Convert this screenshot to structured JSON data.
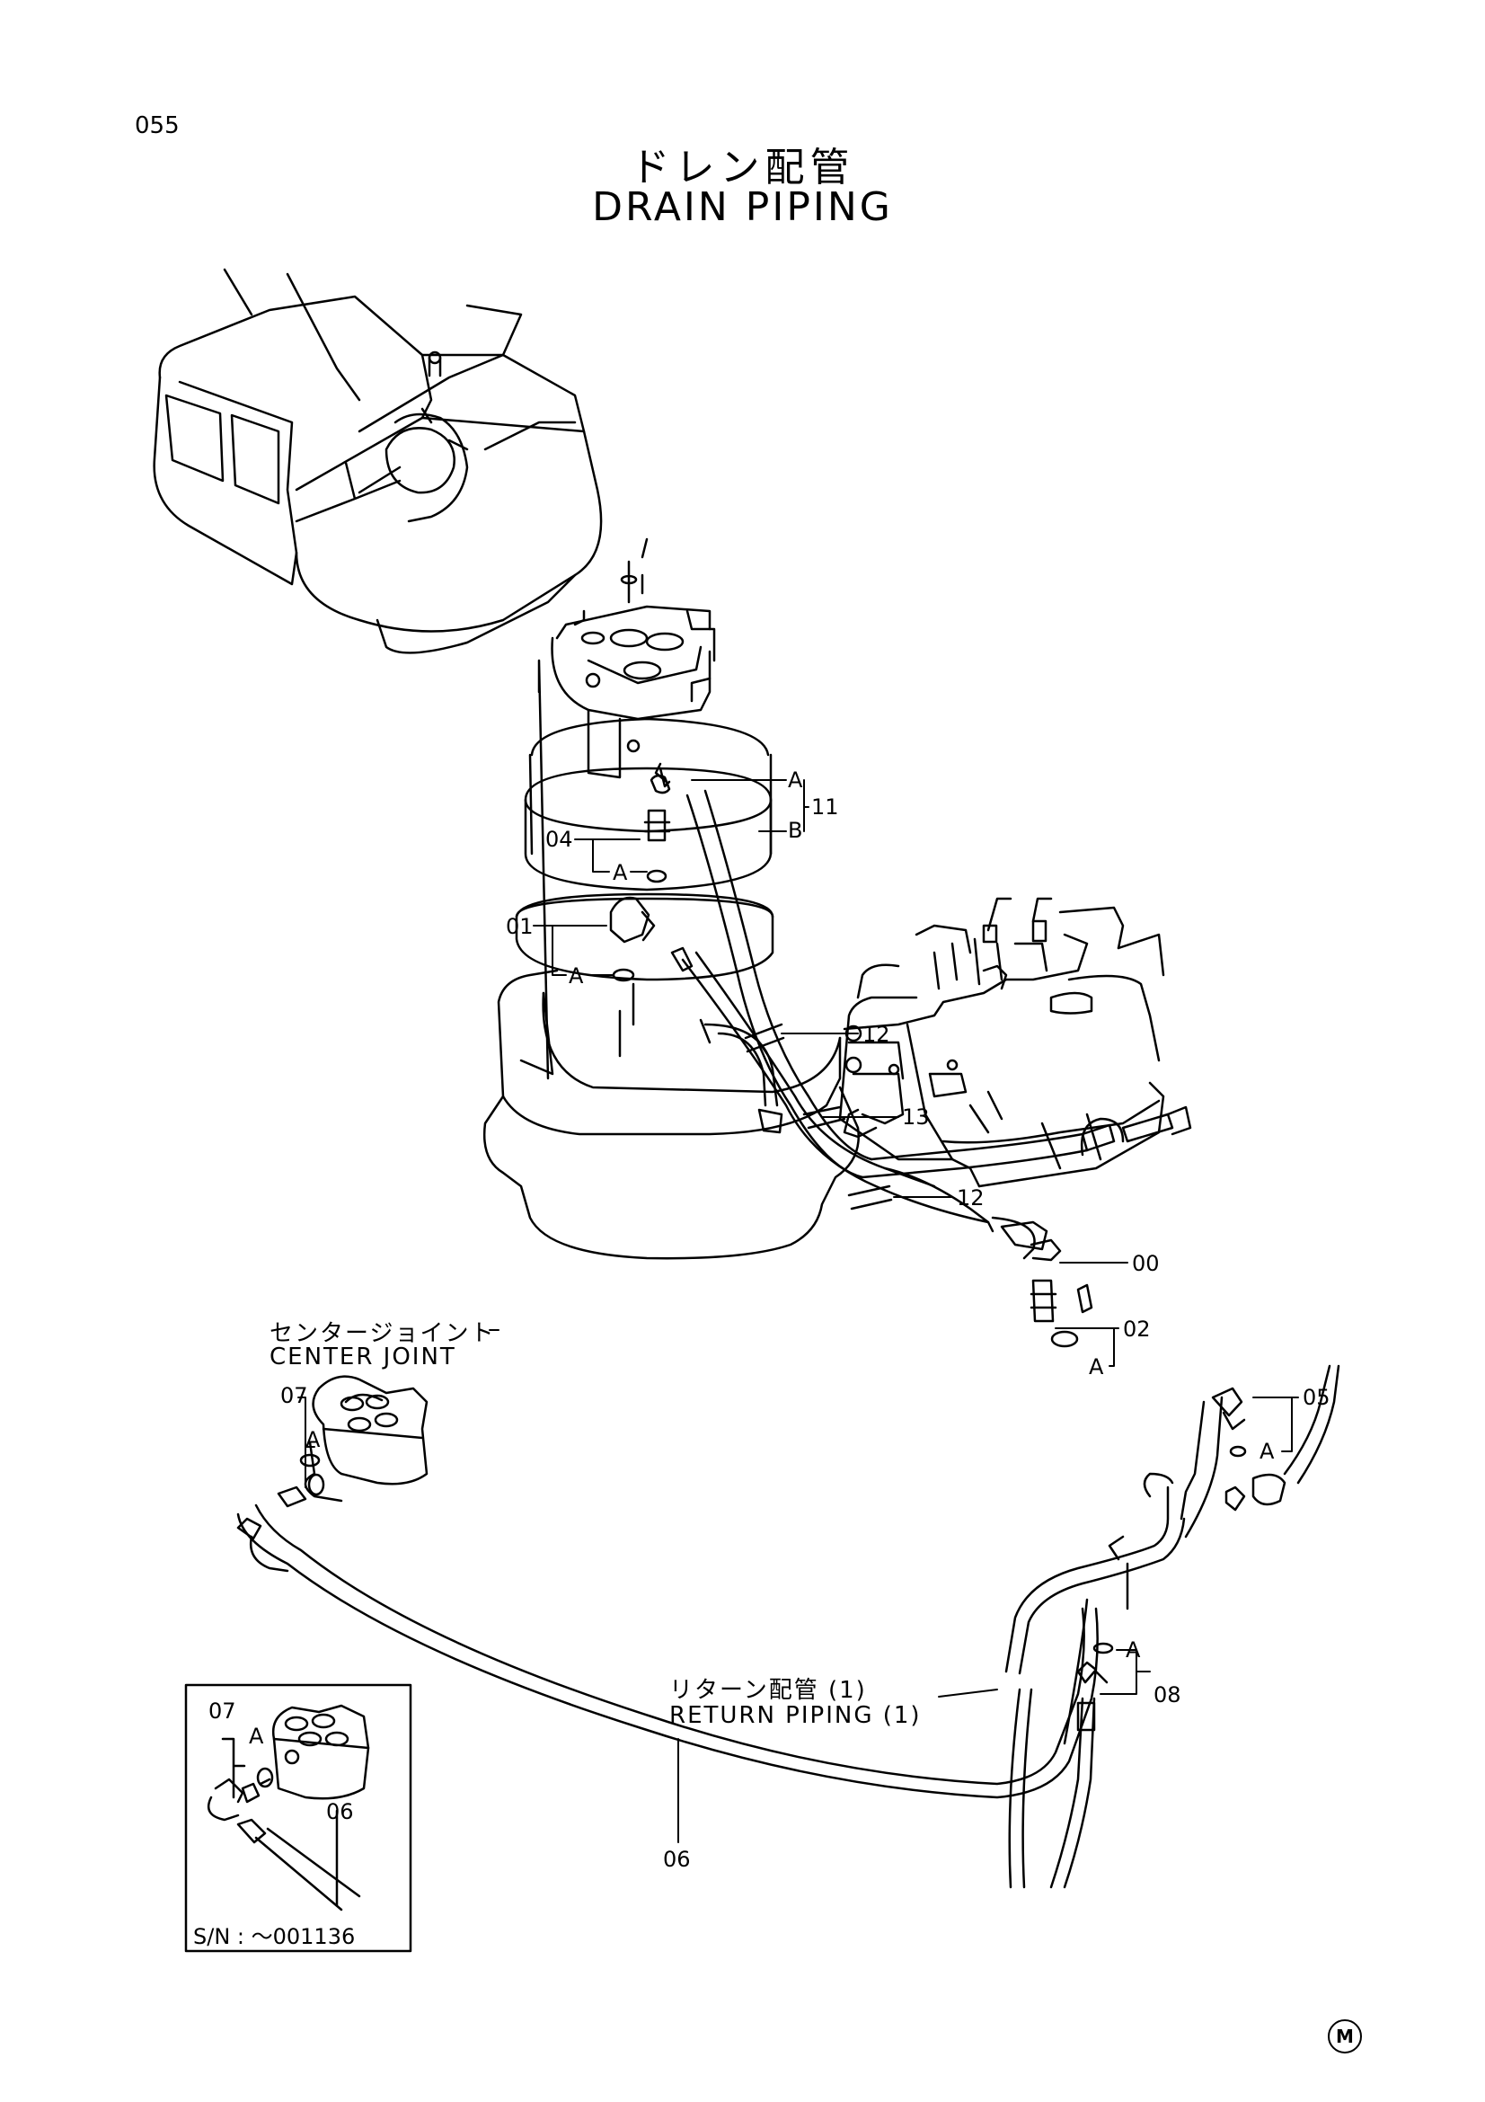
{
  "page_number": "055",
  "title_jp": "ドレン配管",
  "title_en": "DRAIN PIPING",
  "labels": {
    "c11": "11",
    "c04": "04",
    "c01": "01",
    "c12a": "12",
    "c13": "13",
    "c12b": "12",
    "c00": "00",
    "c02": "02",
    "c05": "05",
    "c07": "07",
    "c08": "08",
    "c06": "06",
    "inset_07": "07",
    "inset_06": "06",
    "a1": "A",
    "b1": "B",
    "a2": "A",
    "a3": "A",
    "a4": "A",
    "a5": "A",
    "a6": "A",
    "a7": "A",
    "a8": "A"
  },
  "center_joint": {
    "jp": "センタージョイント",
    "en": "CENTER JOINT"
  },
  "return_piping": {
    "jp": "リターン配管 (1)",
    "en": "RETURN PIPING (1)"
  },
  "inset_serial": "S/N :  ～001136",
  "mark_symbol": "M"
}
